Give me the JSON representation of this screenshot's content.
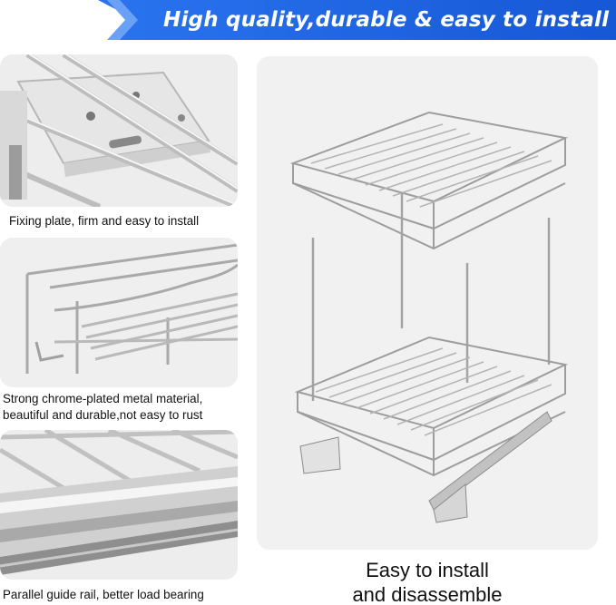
{
  "banner": {
    "title": "High quality,durable & easy to install",
    "color": "#1a5fe0"
  },
  "details": [
    {
      "caption": "Fixing plate, firm and easy to install",
      "image": "fixing-plate-closeup"
    },
    {
      "caption_line1": "Strong chrome-plated metal material,",
      "caption_line2": "beautiful and durable,not easy to rust",
      "image": "chrome-wire-closeup"
    },
    {
      "caption": "Parallel guide rail, better load bearing",
      "image": "guide-rail-closeup"
    }
  ],
  "main": {
    "image": "two-tier-pull-out-basket-exploded",
    "caption_line1": "Easy to install",
    "caption_line2": "and disassemble"
  }
}
